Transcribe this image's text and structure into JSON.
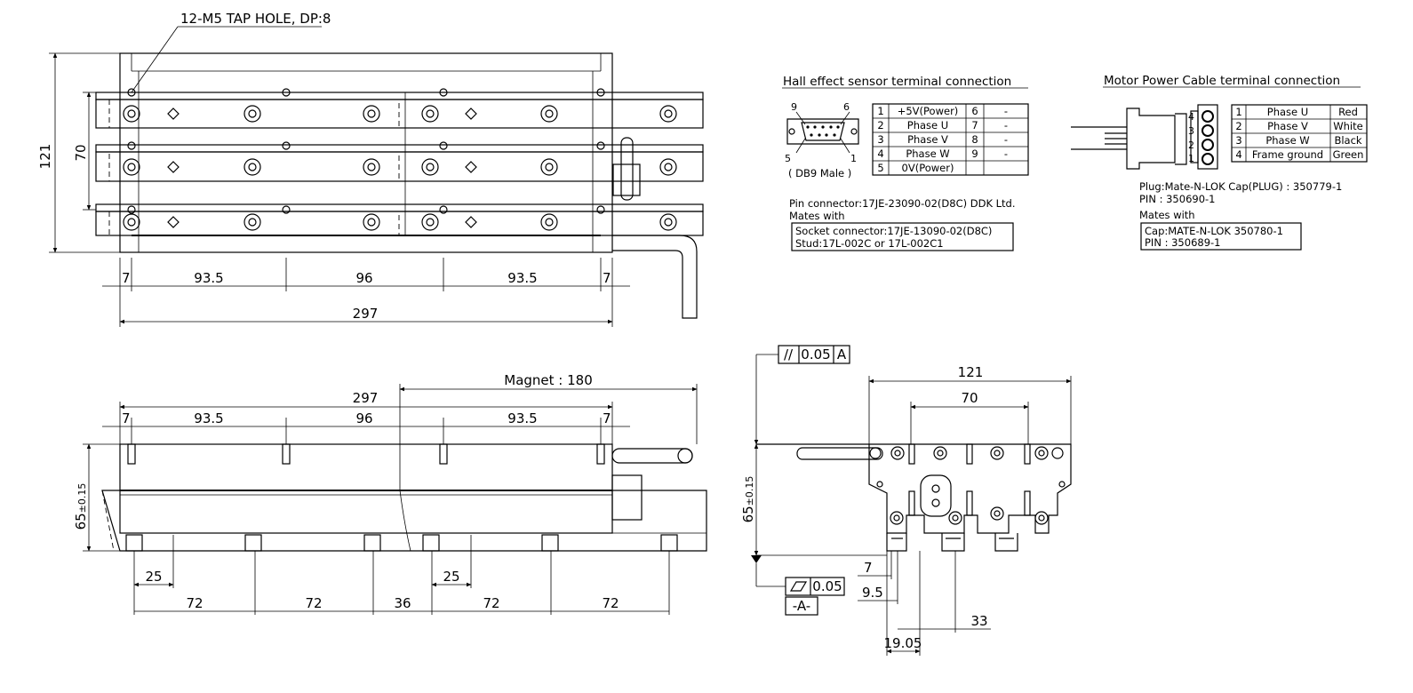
{
  "top_view": {
    "tap_hole_note": "12-M5 TAP HOLE, DP:8",
    "height_overall": "121",
    "height_inner": "70",
    "spacing": [
      "7",
      "93.5",
      "96",
      "93.5",
      "7"
    ],
    "length_total": "297"
  },
  "side_view": {
    "magnet_label": "Magnet : 180",
    "length_total": "297",
    "spacing": [
      "7",
      "93.5",
      "96",
      "93.5",
      "7"
    ],
    "height": "65",
    "height_tol": "±0.15",
    "pitch_labels": [
      "25",
      "72",
      "72",
      "36",
      "25",
      "72",
      "72"
    ]
  },
  "end_view": {
    "parallelism_symbol": "//",
    "parallelism_value": "0.05",
    "datum_ref": "A",
    "width_overall": "121",
    "width_inner": "70",
    "height": "65",
    "height_tol": "±0.15",
    "flatness_value": "0.05",
    "datum_label": "-A-",
    "dims": [
      "7",
      "9.5",
      "33",
      "19.05"
    ]
  },
  "hall_sensor": {
    "title": "Hall effect sensor terminal connection",
    "connector_label": "( DB9 Male )",
    "pin_labels": [
      "9",
      "6",
      "5",
      "1"
    ],
    "table": [
      [
        "1",
        "+5V(Power)",
        "6",
        "-"
      ],
      [
        "2",
        "Phase U",
        "7",
        "-"
      ],
      [
        "3",
        "Phase V",
        "8",
        "-"
      ],
      [
        "4",
        "Phase W",
        "9",
        "-"
      ],
      [
        "5",
        "0V(Power)",
        "",
        ""
      ]
    ],
    "pin_connector": "Pin connector:17JE-23090-02(D8C) DDK Ltd.",
    "mates_with": "Mates with",
    "socket": "Socket connector:17JE-13090-02(D8C)",
    "stud": "Stud:17L-002C or 17L-002C1"
  },
  "motor_power": {
    "title": "Motor Power Cable terminal connection",
    "pin_numbers": [
      "4",
      "3",
      "2",
      "1"
    ],
    "table": [
      [
        "1",
        "Phase U",
        "Red"
      ],
      [
        "2",
        "Phase V",
        "White"
      ],
      [
        "3",
        "Phase W",
        "Black"
      ],
      [
        "4",
        "Frame ground",
        "Green"
      ]
    ],
    "plug": "Plug:Mate-N-LOK Cap(PLUG) : 350779-1",
    "plug_pin": "PIN : 350690-1",
    "mates_with": "Mates with",
    "cap": "Cap:MATE-N-LOK 350780-1",
    "cap_pin": "PIN : 350689-1"
  }
}
